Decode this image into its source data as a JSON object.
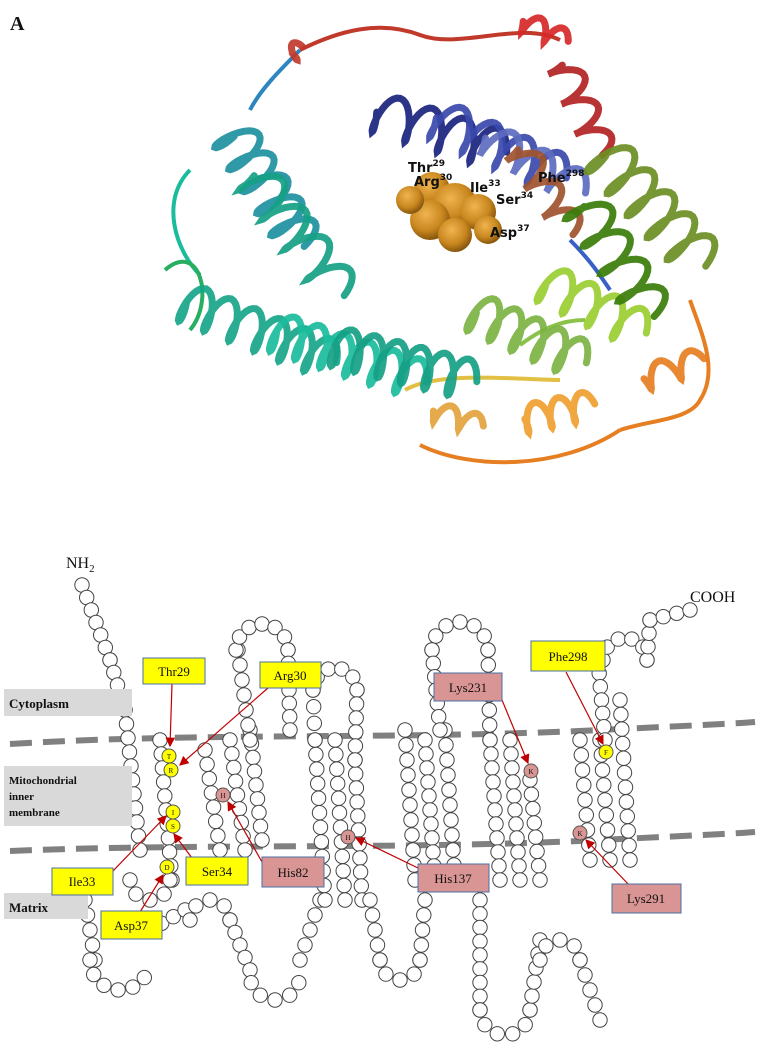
{
  "panel_label": "A",
  "residue_labels": [
    {
      "name": "Thr",
      "num": "29"
    },
    {
      "name": "Arg",
      "num": "30"
    },
    {
      "name": "Ile",
      "num": "33"
    },
    {
      "name": "Ser",
      "num": "34"
    },
    {
      "name": "Phe",
      "num": "298"
    },
    {
      "name": "Asp",
      "num": "37"
    }
  ],
  "terminus_n": {
    "text": "NH",
    "sub": "2"
  },
  "terminus_c": "COOH",
  "regions": {
    "cytoplasm": "Cytoplasm",
    "membrane_lines": [
      "Mitochondrial",
      "inner",
      "membrane"
    ],
    "matrix": "Matrix"
  },
  "callouts": [
    {
      "label": "Thr29",
      "kind": "binding"
    },
    {
      "label": "Arg30",
      "kind": "binding"
    },
    {
      "label": "Ile33",
      "kind": "binding"
    },
    {
      "label": "Ser34",
      "kind": "binding"
    },
    {
      "label": "Asp37",
      "kind": "binding"
    },
    {
      "label": "Phe298",
      "kind": "binding"
    },
    {
      "label": "Lys231",
      "kind": "other"
    },
    {
      "label": "His82",
      "kind": "other"
    },
    {
      "label": "His137",
      "kind": "other"
    },
    {
      "label": "Lys291",
      "kind": "other"
    }
  ],
  "residue_marks": [
    "T",
    "R",
    "I",
    "S",
    "D",
    "F",
    "H",
    "H",
    "K",
    "K"
  ],
  "colors": {
    "binding_highlight": "#ffff00",
    "other_highlight": "#d99594",
    "membrane_line": "#808080",
    "arrow": "#c00000",
    "ligand": "#c8861e",
    "region_box": "#d9d9d9"
  }
}
